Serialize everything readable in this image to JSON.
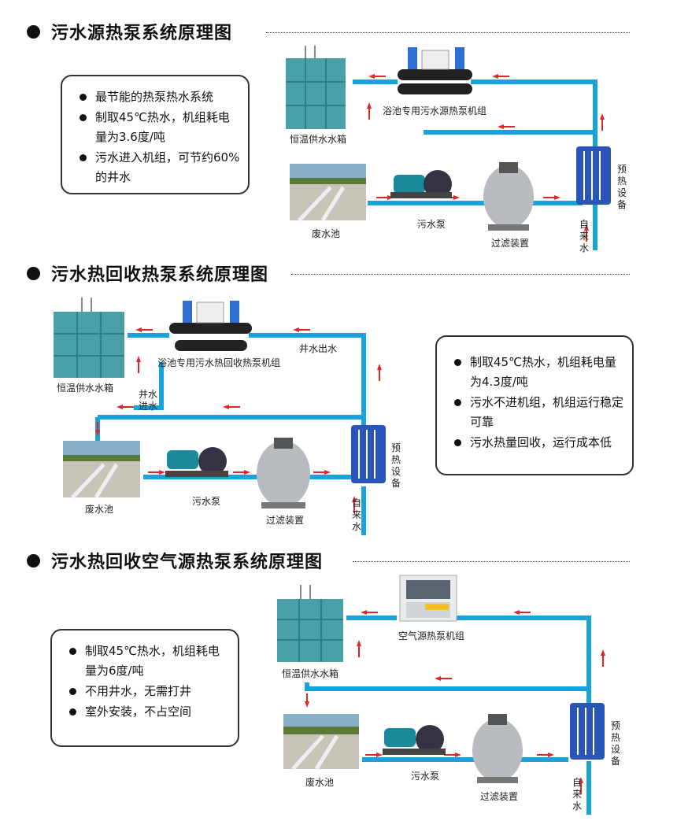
{
  "sections": [
    {
      "title": "污水源热泵系统原理图",
      "features": [
        "最节能的热泵热水系统",
        "制取45℃热水，机组耗电量为3.6度/吨",
        "污水进入机组，可节约60%的井水"
      ],
      "labels": {
        "tank": "恒温供水水箱",
        "unit": "浴池专用污水源热泵机组",
        "pool": "废水池",
        "pump": "污水泵",
        "filter": "过滤装置",
        "preheat": "预热设备",
        "tapwater": "自来水"
      }
    },
    {
      "title": "污水热回收热泵系统原理图",
      "features": [
        "制取45℃热水，机组耗电量为4.3度/吨",
        "污水不进机组，机组运行稳定可靠",
        "污水热量回收，运行成本低"
      ],
      "labels": {
        "tank": "恒温供水水箱",
        "unit": "浴池专用污水热回收热泵机组",
        "well_out": "井水出水",
        "well_in": "井水进水",
        "pool": "废水池",
        "pump": "污水泵",
        "filter": "过滤装置",
        "preheat": "预热设备",
        "tapwater": "自来水"
      }
    },
    {
      "title": "污水热回收空气源热泵系统原理图",
      "features": [
        "制取45℃热水，机组耗电量为6度/吨",
        "不用井水，无需打井",
        "室外安装，不占空间"
      ],
      "labels": {
        "tank": "恒温供水水箱",
        "unit": "空气源热泵机组",
        "pool": "废水池",
        "pump": "污水泵",
        "filter": "过滤装置",
        "preheat": "预热设备",
        "tapwater": "自来水"
      }
    }
  ],
  "colors": {
    "pipe": "#1aa2dc",
    "arrow": "#e0252b",
    "tank": "#4aa0a8",
    "exchanger": "#2a55b8",
    "unit_body": "#222222",
    "unit_motor": "#2f6fd0",
    "pool_ground": "#c8c4b8",
    "filter": "#b8bcc0"
  }
}
